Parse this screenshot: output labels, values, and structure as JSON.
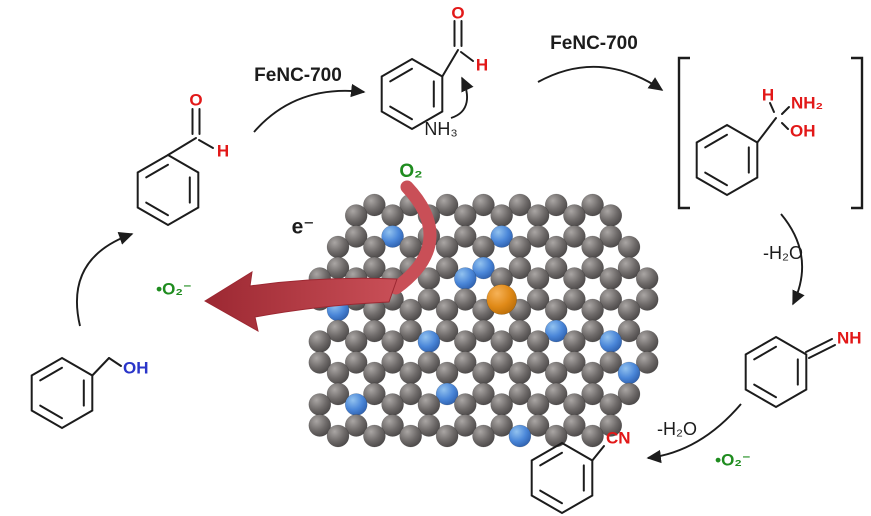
{
  "colors": {
    "black": "#1c1c1c",
    "red": "#e21818",
    "green": "#1f8c1f",
    "blue_label": "#2a35c9",
    "arrow_red_light": "#c94f57",
    "arrow_red_dark": "#9c2832",
    "carbon": "#6e6a69",
    "nitrogen": "#4a86d8",
    "iron": "#e08a18"
  },
  "labels": {
    "fenc_left": "FeNC-700",
    "fenc_right": "FeNC-700",
    "nh3": "NH₃",
    "o2": "O₂",
    "electron": "e⁻",
    "superoxide_left": "•O₂⁻",
    "superoxide_bottom": "•O₂⁻",
    "minus_h2o_right": "-H₂O",
    "minus_h2o_bottom": "-H₂O"
  },
  "molecules": {
    "benzaldehyde_left": {
      "o": "O",
      "h": "H"
    },
    "benzaldehyde_top": {
      "o": "O",
      "h": "H"
    },
    "hemiaminal": {
      "h": "H",
      "nh2": "NH₂",
      "oh": "OH"
    },
    "imine": {
      "nh": "NH"
    },
    "benzonitrile": {
      "cn": "CN"
    },
    "benzyl_alcohol": {
      "oh": "OH"
    }
  }
}
